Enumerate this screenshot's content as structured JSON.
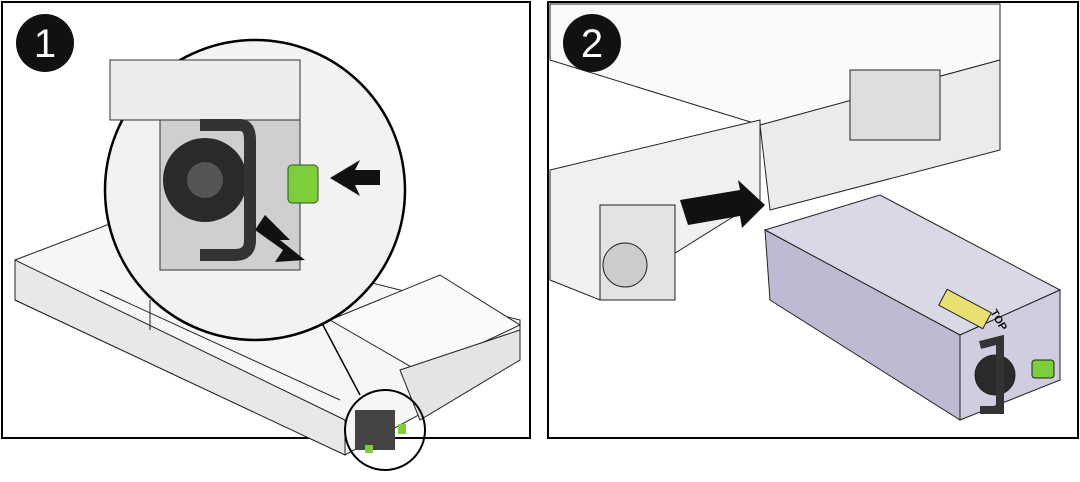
{
  "steps": [
    {
      "number": "1"
    },
    {
      "number": "2"
    }
  ],
  "psu_label": "TOP",
  "colors": {
    "latch_green": "#7ccf3a",
    "arrow": "#111111",
    "chassis": "#f4f4f4",
    "psu_body": "#c9c8dc",
    "connector": "#e8e070"
  }
}
